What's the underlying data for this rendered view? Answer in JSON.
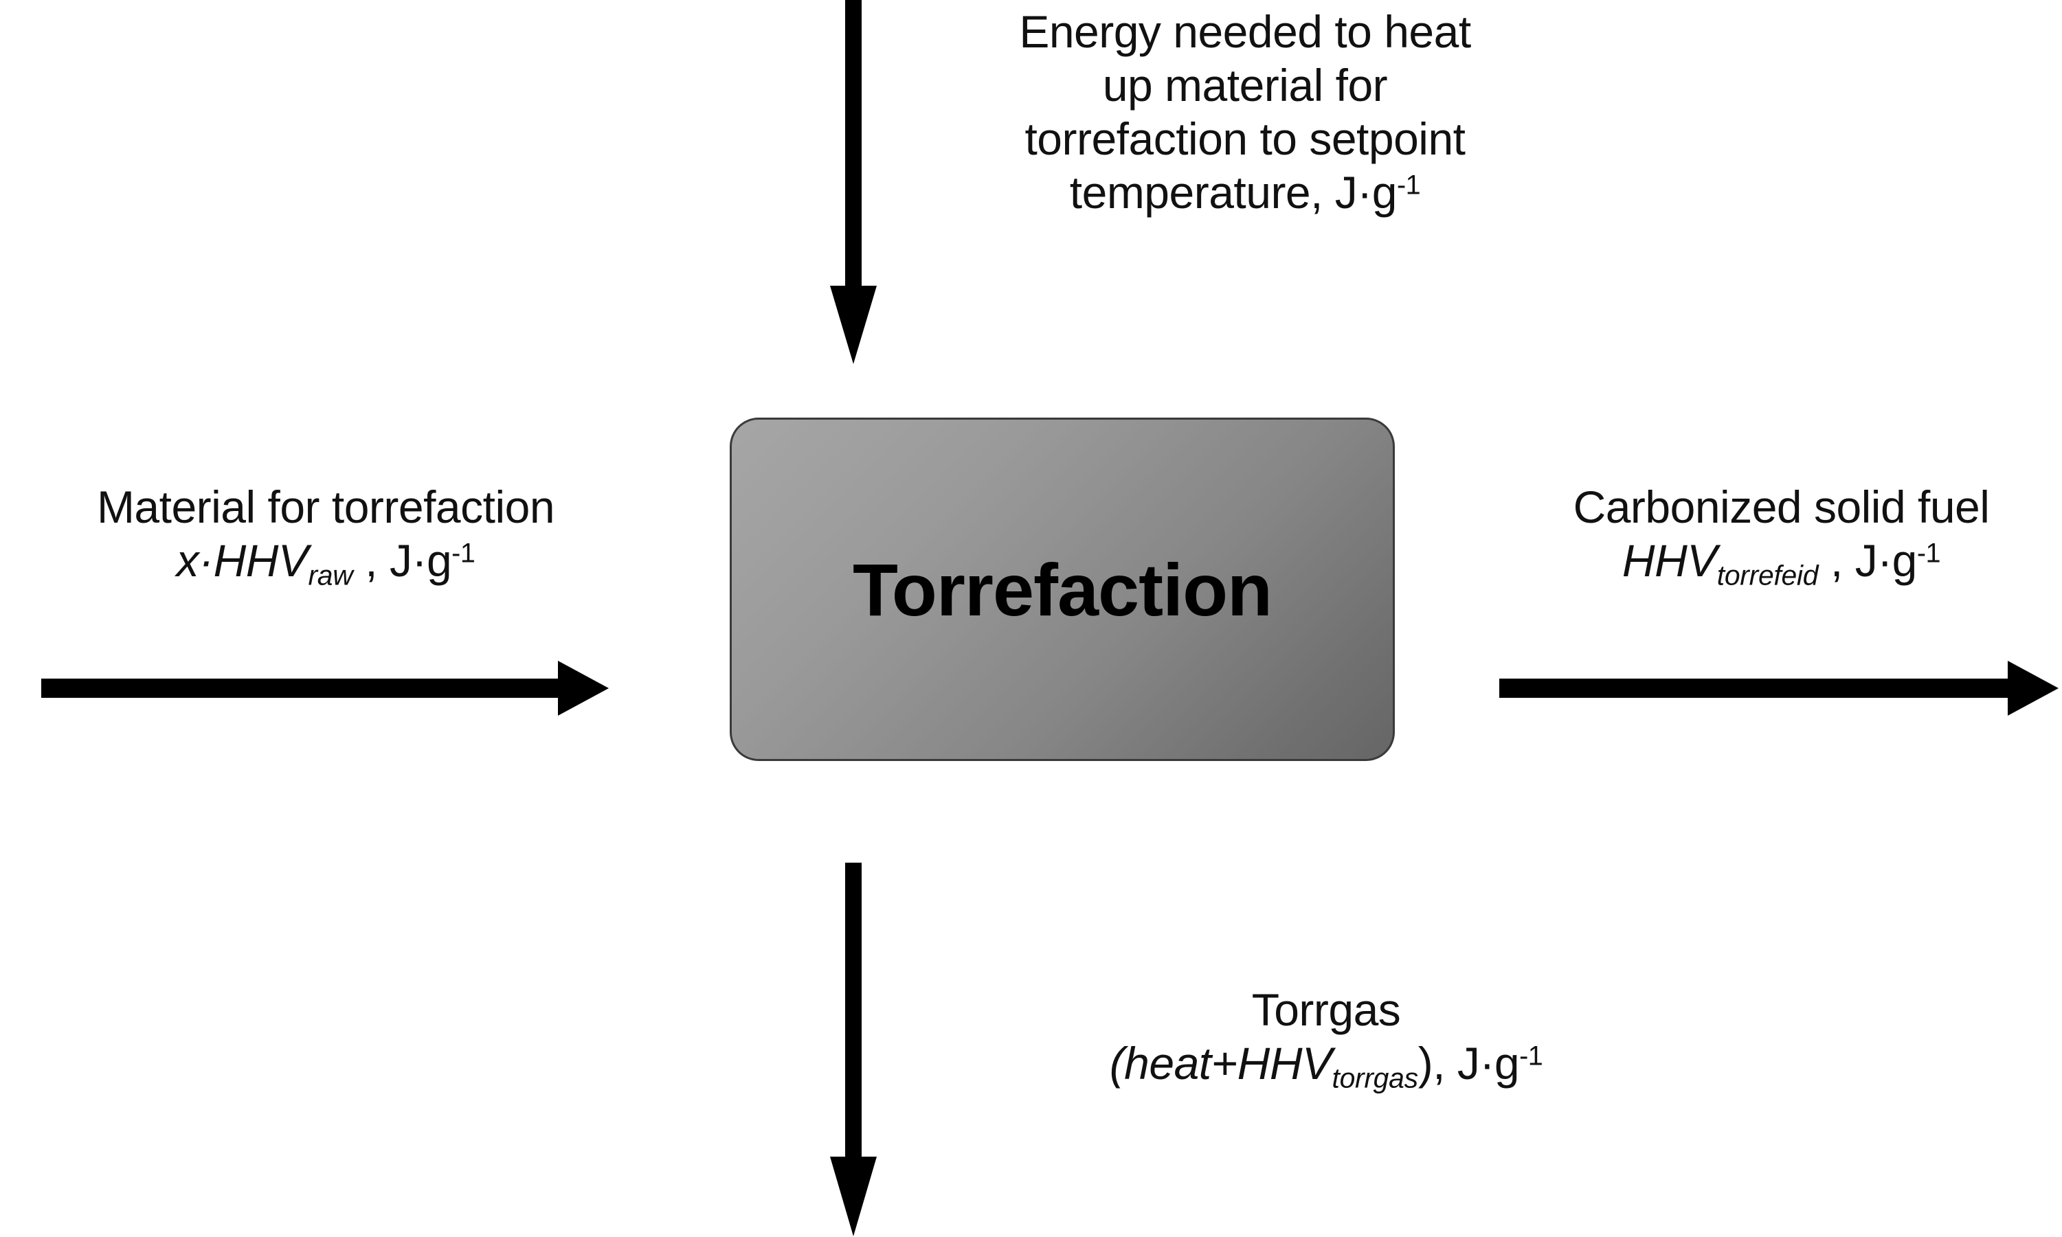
{
  "diagram": {
    "title": "Torrefaction energy balance block diagram",
    "background_color": "#ffffff",
    "arrow_color": "#000000",
    "box": {
      "label": "Torrefaction",
      "fill_top": "#a6a6a6",
      "fill_bottom": "#666666",
      "border_color": "#3a3a3a"
    },
    "flows": {
      "input_top": {
        "name": "heat-input",
        "direction": "down-into-box",
        "lines": [
          "Energy needed to heat",
          "up material for",
          "torrefaction to setpoint",
          "temperature, J·g"
        ],
        "line1": "Energy needed to heat",
        "line2": "up material for",
        "line3": "torrefaction to setpoint",
        "line4_text": "temperature, J·g",
        "line4_exponent": "-1"
      },
      "input_left": {
        "name": "material-input",
        "direction": "right-into-box",
        "title": "Material for torrefaction",
        "formula_prefix": "x·HHV",
        "formula_subscript": "raw",
        "formula_separator": " ,",
        "unit_text": "J·g",
        "unit_exponent": "-1"
      },
      "output_right": {
        "name": "solid-fuel-output",
        "direction": "right-out-of-box",
        "title": "Carbonized solid fuel",
        "formula_prefix": "HHV",
        "formula_subscript": "torrefeid",
        "formula_separator": " ,",
        "unit_text": "J·g",
        "unit_exponent": "-1"
      },
      "output_bottom": {
        "name": "torrgas-output",
        "direction": "down-out-of-box",
        "title": "Torrgas",
        "formula_prefix": "(heat+HHV",
        "formula_subscript": "torrgas",
        "formula_separator": "),",
        "unit_text": "J·g",
        "unit_exponent": "-1"
      }
    }
  }
}
